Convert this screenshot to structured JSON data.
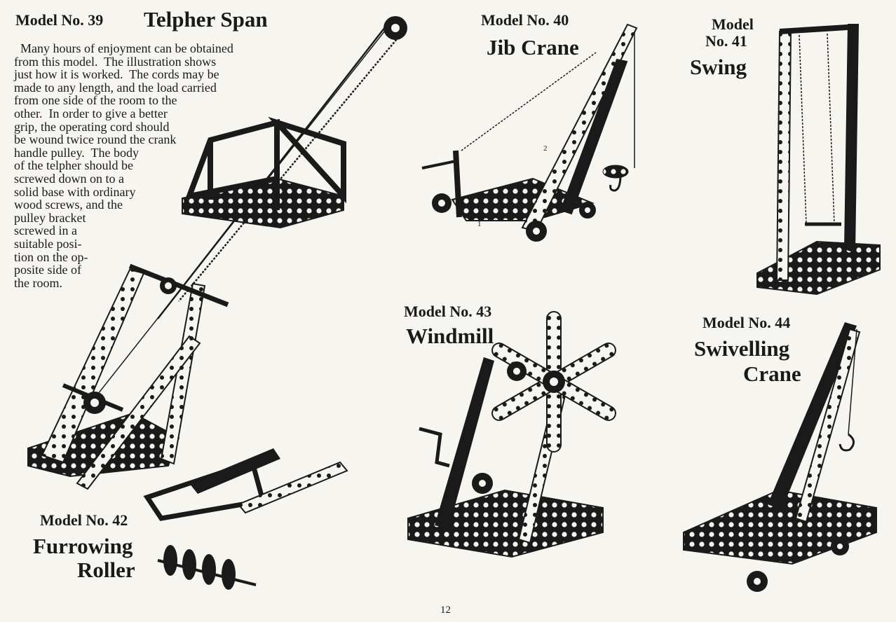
{
  "page_number": "12",
  "models": [
    {
      "id": "39",
      "number_label": "Model No. 39",
      "title": "Telpher Span",
      "description_lines": [
        "  Many hours of enjoyment can be obtained",
        "from this model.  The illustration shows",
        "just how it is worked.  The cords may be",
        "made to any length, and the load carried",
        "from one side of the room to the",
        "other.  In order to give a better",
        "grip, the operating cord should",
        "be wound twice round the crank",
        "handle pulley.  The body",
        "of the telpher should be",
        "screwed down on to a",
        "solid base with ordinary",
        "wood screws, and the",
        "pulley bracket",
        "screwed in a",
        "suitable posi-",
        "tion on the op-",
        "posite side of",
        "the room."
      ]
    },
    {
      "id": "40",
      "number_label": "Model No. 40",
      "title": "Jib Crane"
    },
    {
      "id": "41",
      "number_label_line1": "Model",
      "number_label_line2": "No. 41",
      "title": "Swing"
    },
    {
      "id": "42",
      "number_label": "Model No. 42",
      "title_line1": "Furrowing",
      "title_line2": "Roller"
    },
    {
      "id": "43",
      "number_label": "Model No. 43",
      "title": "Windmill"
    },
    {
      "id": "44",
      "number_label": "Model No. 44",
      "title_line1": "Swivelling",
      "title_line2": "Crane"
    }
  ],
  "jib_crane_part_labels": [
    "1",
    "2"
  ]
}
